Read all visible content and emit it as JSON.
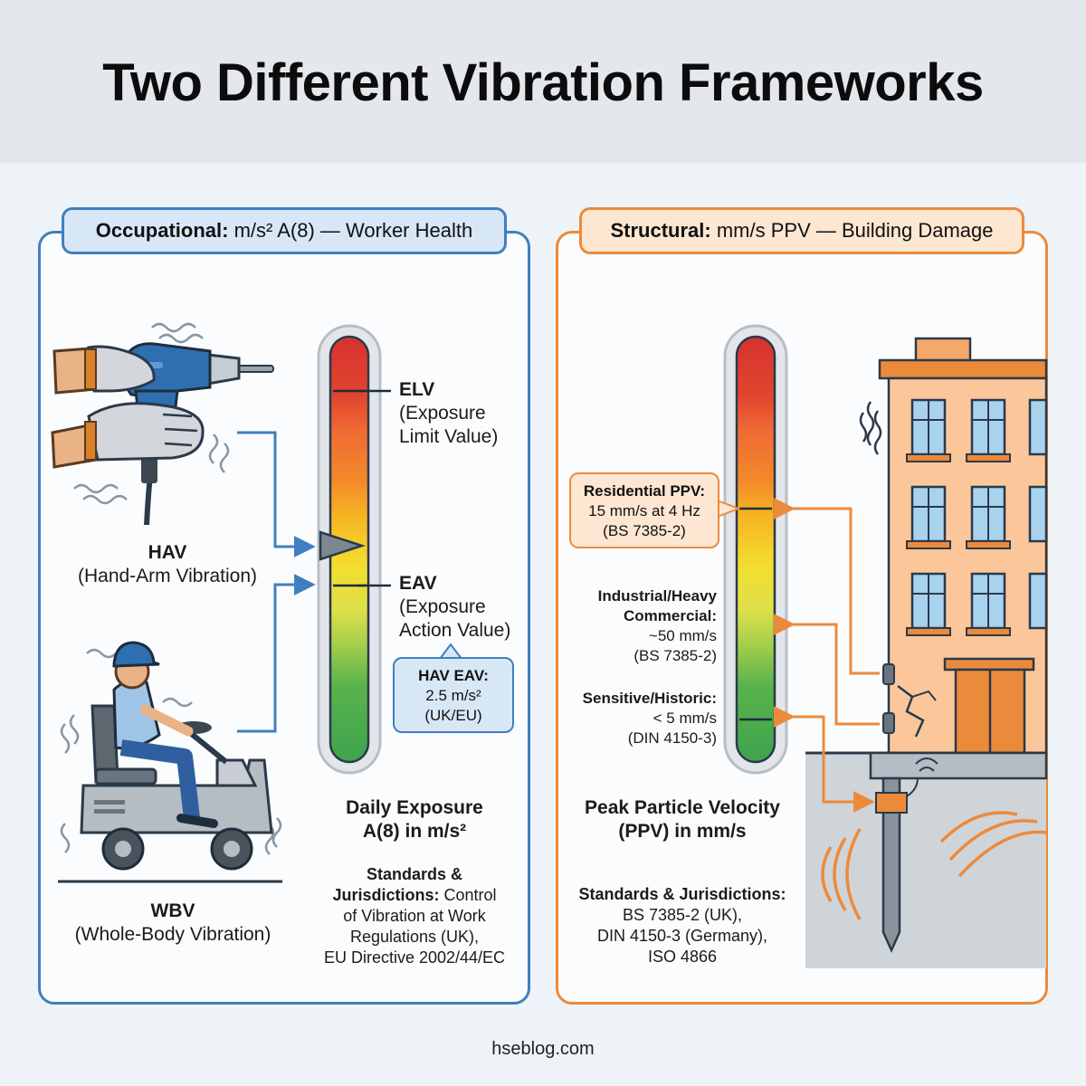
{
  "title": "Two Different Vibration Frameworks",
  "left": {
    "pill_bold": "Occupational:",
    "pill_rest": " m/s² A(8) — Worker Health",
    "hav": {
      "name": "HAV",
      "desc": "(Hand-Arm Vibration)"
    },
    "wbv": {
      "name": "WBV",
      "desc": "(Whole-Body Vibration)"
    },
    "elv": {
      "name": "ELV",
      "line1": "(Exposure",
      "line2": "Limit Value)"
    },
    "eav": {
      "name": "EAV",
      "line1": "(Exposure",
      "line2": "Action Value)"
    },
    "callout": {
      "title": "HAV EAV:",
      "line1": "2.5 m/s²",
      "line2": "(UK/EU)"
    },
    "axis": {
      "line1": "Daily Exposure",
      "line2": "A(8) in m/s²"
    },
    "standards": {
      "bold1": "Standards &",
      "bold2": "Jurisdictions:",
      "rest2": " Control",
      "line3": "of Vibration at Work",
      "line4": "Regulations (UK),",
      "line5": "EU Directive 2002/44/EC"
    }
  },
  "right": {
    "pill_bold": "Structural:",
    "pill_rest": " mm/s PPV — Building Damage",
    "callout": {
      "title": "Residential PPV:",
      "line1": "15 mm/s at 4 Hz",
      "line2": "(BS 7385-2)"
    },
    "industrial": {
      "line1": "Industrial/Heavy",
      "line2": "Commercial:",
      "line3": "~50 mm/s",
      "line4": "(BS 7385-2)"
    },
    "sensitive": {
      "line1": "Sensitive/Historic:",
      "line2": "< 5 mm/s",
      "line3": "(DIN 4150-3)"
    },
    "axis": {
      "line1": "Peak Particle Velocity",
      "line2": "(PPV) in mm/s"
    },
    "standards": {
      "bold1": "Standards & Jurisdictions:",
      "line2": "BS 7385-2 (UK),",
      "line3": "DIN 4150-3 (Germany),",
      "line4": "ISO 4866"
    }
  },
  "footer": "hseblog.com",
  "colors": {
    "blue": "#3f7fc0",
    "orange": "#ec8a3c",
    "gauge": [
      "#d6322f",
      "#ef6a34",
      "#f6a623",
      "#f3de2f",
      "#c5d84a",
      "#6fbf4a",
      "#3fa34d"
    ]
  }
}
